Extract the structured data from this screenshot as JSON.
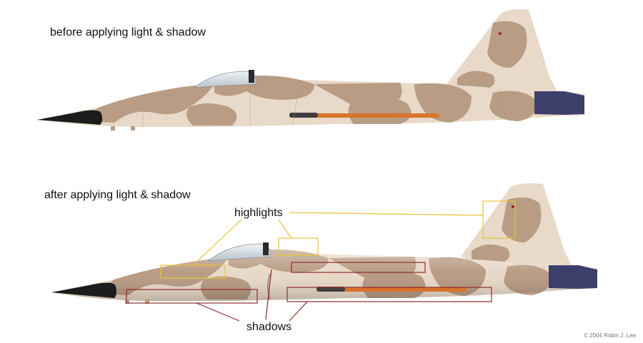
{
  "captions": {
    "before": "before applying light & shadow",
    "after": "after applying light & shadow"
  },
  "annotations": {
    "highlights": "highlights",
    "shadows": "shadows"
  },
  "copyright": "© 2004 Robin J. Lee",
  "colors": {
    "base_camo": "#e8d9c8",
    "dark_camo": "#b89c84",
    "tail_cap": "#3d3f6b",
    "missile": "#d8742c",
    "highlight_box": "#e8c23a",
    "shadow_box": "#8f2b2b"
  }
}
